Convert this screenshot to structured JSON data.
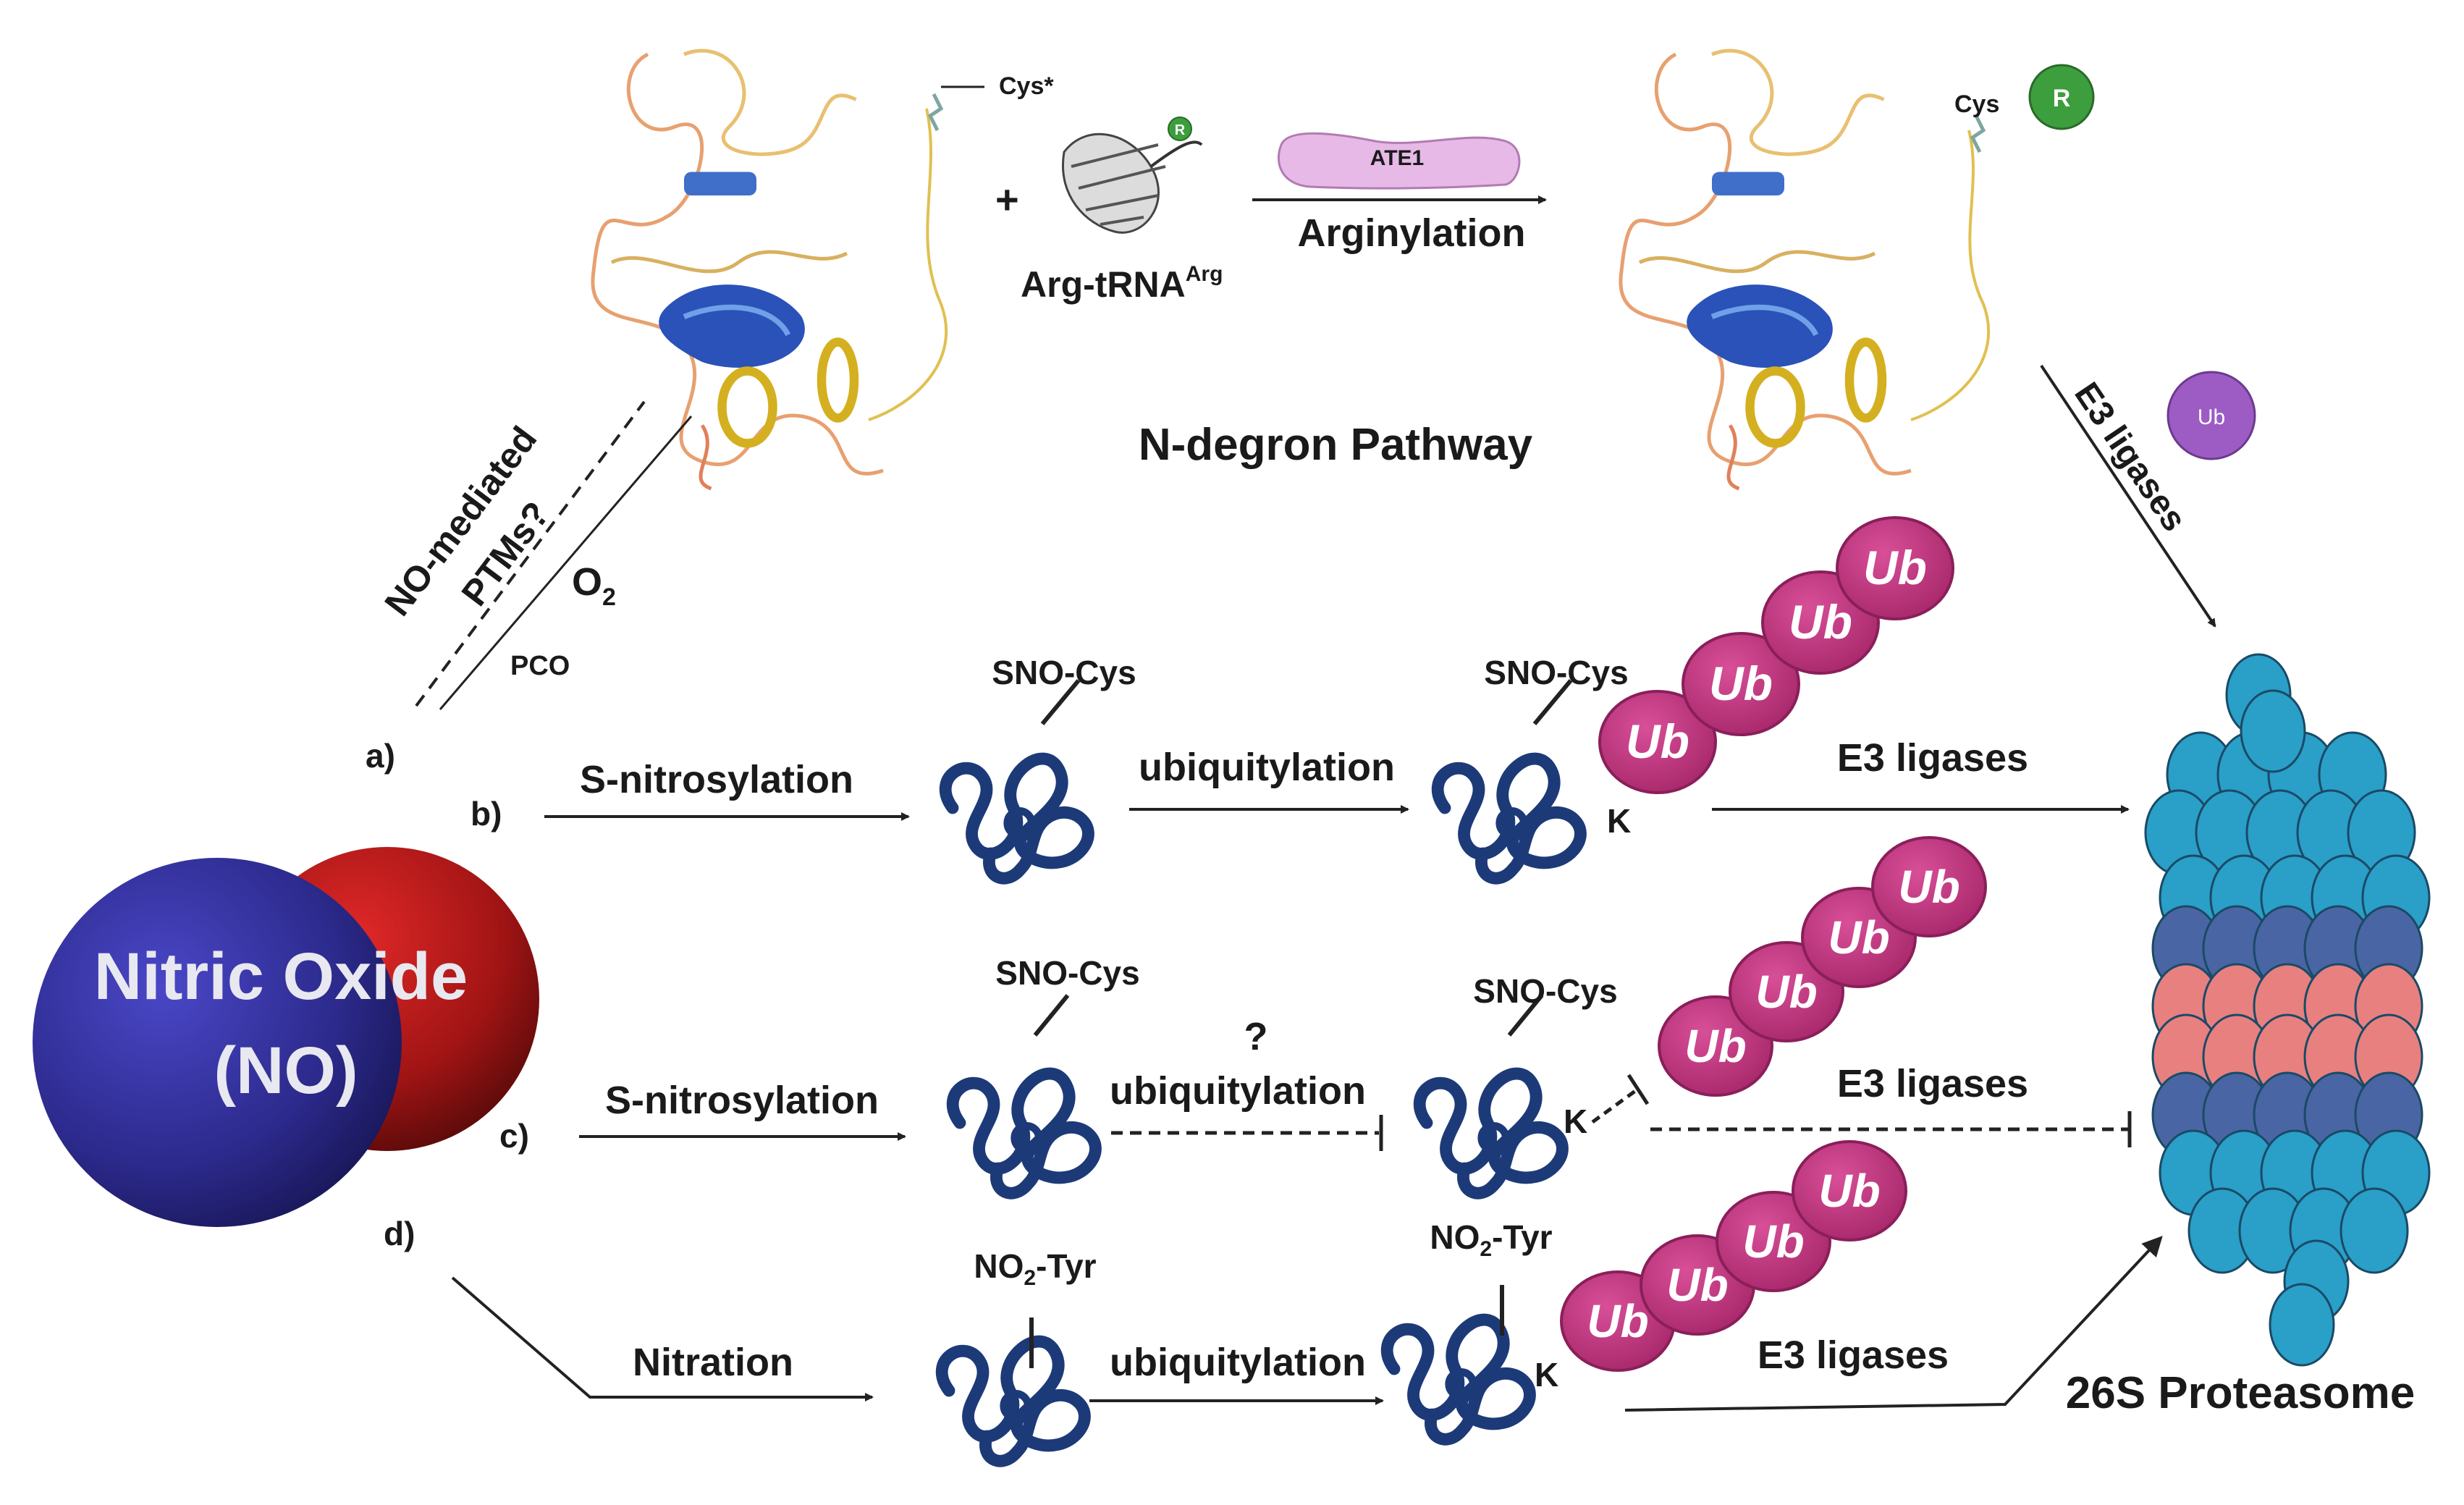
{
  "labels": {
    "cys_star": "Cys*",
    "plus": "+",
    "r_badge": "R",
    "arg_trna": "Arg-tRNA",
    "arg_trna_sup": "Arg",
    "ate1": "ATE1",
    "arginylation": "Arginylation",
    "cys_right": "Cys",
    "r_badge_right": "R",
    "ndegron": "N-degron Pathway",
    "e3_diag": "E3 ligases",
    "ub_small": "Ub",
    "no_ptms_1": "NO-mediated",
    "no_ptms_2": "PTMs?",
    "o2": "O",
    "o2_sub": "2",
    "pco": "PCO",
    "a": "a)",
    "b": "b)",
    "c": "c)",
    "d": "d)",
    "nitric_1": "Nitric Oxide",
    "nitric_2": "(NO)",
    "sno_cys": "SNO-Cys",
    "s_nitrosylation": "S-nitrosylation",
    "ubiquitylation": "ubiquitylation",
    "question": "?",
    "k": "K",
    "e3_ligases": "E3 ligases",
    "ub": "Ub",
    "no2_tyr_pre": "NO",
    "no2_tyr_sub": "2",
    "no2_tyr_post": "-Tyr",
    "nitration": "Nitration",
    "proteasome": "26S Proteasome"
  },
  "colors": {
    "ub_fill": "#c2377f",
    "ub_stroke": "#8a1f5a",
    "protein_coil": "#1d3a78",
    "no_blue": "#2c2a8c",
    "no_red": "#a11414",
    "ate1_fill": "#e6b9e6",
    "r_green": "#3d9e3d",
    "ub_purple": "#9c5cc4",
    "proteasome_cyan": "#2a9fc8",
    "proteasome_blue": "#4a65a3",
    "proteasome_pink": "#e8807f"
  }
}
